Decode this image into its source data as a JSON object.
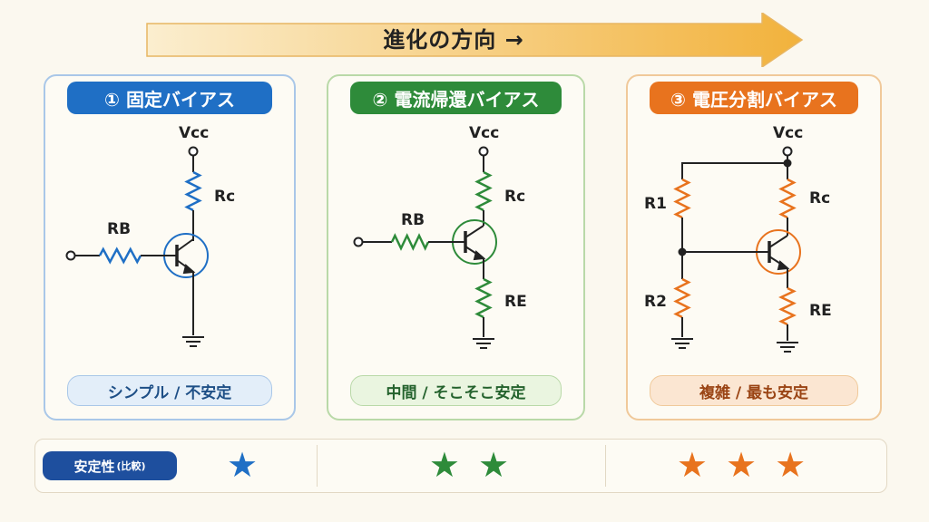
{
  "header": {
    "title": "進化の方向 →"
  },
  "panels": [
    {
      "title": "① 固定バイアス",
      "footer": "シンプル / 不安定",
      "color": "#1f6fc5",
      "labels": {
        "vcc": "Vcc",
        "rc": "Rc",
        "rb": "RB"
      }
    },
    {
      "title": "② 電流帰還バイアス",
      "footer": "中間 / そこそこ安定",
      "color": "#2e8b3a",
      "labels": {
        "vcc": "Vcc",
        "rc": "Rc",
        "rb": "RB",
        "re": "RE"
      }
    },
    {
      "title": "③ 電圧分割バイアス",
      "footer": "複雑 / 最も安定",
      "color": "#e8731e",
      "labels": {
        "vcc": "Vcc",
        "rc": "Rc",
        "r1": "R1",
        "r2": "R2",
        "re": "RE"
      }
    }
  ],
  "stability": {
    "label": "安定性",
    "label_note": "(比較)",
    "ratings": [
      {
        "stars": 1,
        "text": "★",
        "color": "#1f6fc5"
      },
      {
        "stars": 2,
        "text": "★ ★",
        "color": "#2e8b3a"
      },
      {
        "stars": 3,
        "text": "★ ★ ★",
        "color": "#e8731e"
      }
    ]
  }
}
